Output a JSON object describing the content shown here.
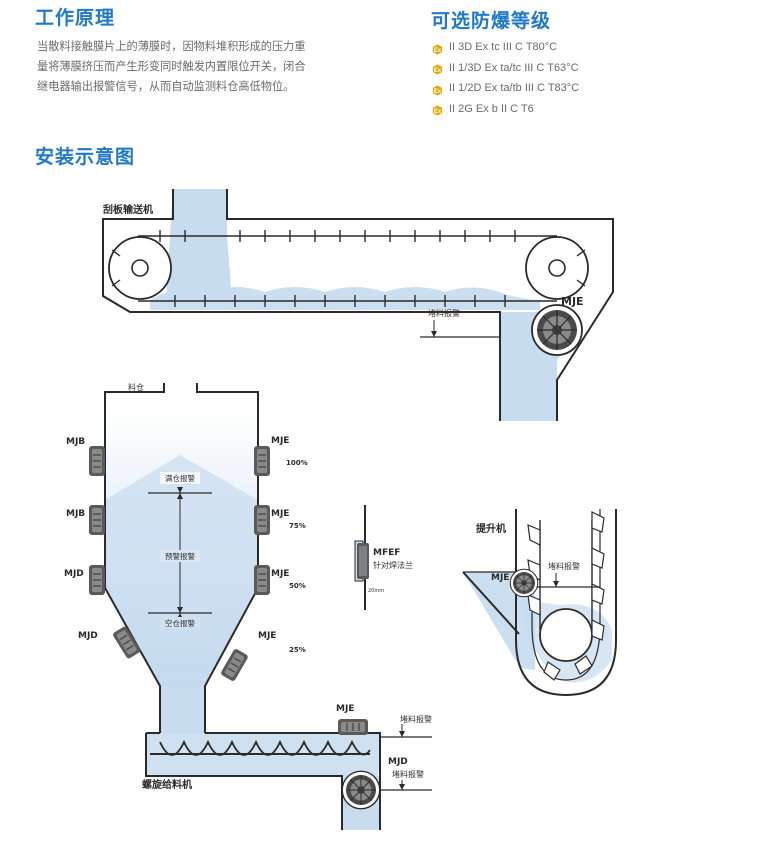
{
  "principle": {
    "title": "工作原理",
    "lines": [
      "当散料接触膜片上的薄膜时，因物料堆积形成的压力重",
      "量将薄膜挤压而产生形变同时触发内置限位开关，闭合",
      "继电器输出报警信号，从而自动监测料仓高低物位。"
    ]
  },
  "explosion": {
    "title": "可选防爆等级",
    "icon": "ex-hexagon-icon",
    "icon_color": "#e0a800",
    "items": [
      "II 3D Ex tc III C T80°C",
      "II 1/3D Ex ta/tc III C T63°C",
      "II 1/2D Ex ta/tb III C T83°C",
      "II 2G Ex b II C T6"
    ]
  },
  "install": {
    "title": "安装示意图",
    "scraper": {
      "label": "刮板输送机",
      "sensor": "MJE",
      "alarm": "堵料报警"
    },
    "silo": {
      "inlet": "料仓",
      "left_sensors": [
        "MJB",
        "MJB",
        "MJD",
        "MJD"
      ],
      "right_sensors": [
        "MJE",
        "MJE",
        "MJE",
        "MJE"
      ],
      "percents": [
        "100%",
        "75%",
        "50%",
        "25%"
      ],
      "alarms": [
        "满仓报警",
        "预警报警",
        "空仓报警"
      ]
    },
    "mfef": {
      "name": "MFEF",
      "note": "针对焊法兰",
      "dim": "20mm"
    },
    "elevator": {
      "label": "提升机",
      "sensor": "MJE",
      "alarm": "堵料报警"
    },
    "screw": {
      "label": "螺旋给料机",
      "sensor_top": "MJE",
      "alarm_top": "堵料报警",
      "sensor_bottom": "MJD",
      "alarm_bottom": "堵料报警"
    },
    "colors": {
      "line": "#2a2a2a",
      "material": "#c7dcef",
      "material_light": "#e3eef8",
      "accent": "#1f78c8"
    }
  }
}
